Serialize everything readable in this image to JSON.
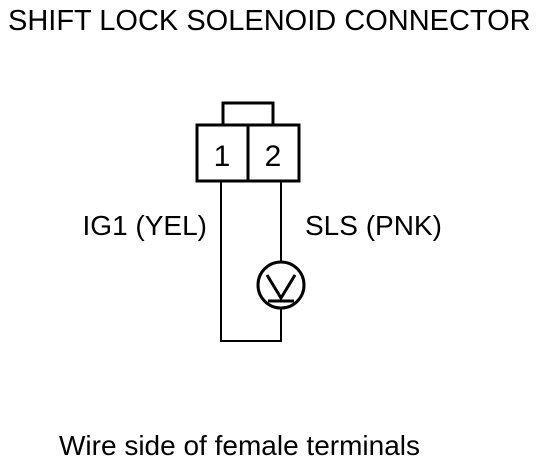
{
  "title": "SHIFT LOCK SOLENOID CONNECTOR",
  "connector": {
    "pins": [
      "1",
      "2"
    ]
  },
  "wires": {
    "left_label": "IG1 (YEL)",
    "right_label": "SLS (PNK)"
  },
  "components": {
    "voltmeter_icon": "voltmeter-icon"
  },
  "caption": "Wire side of female terminals",
  "colors": {
    "line": "#000000",
    "background": "#ffffff"
  }
}
